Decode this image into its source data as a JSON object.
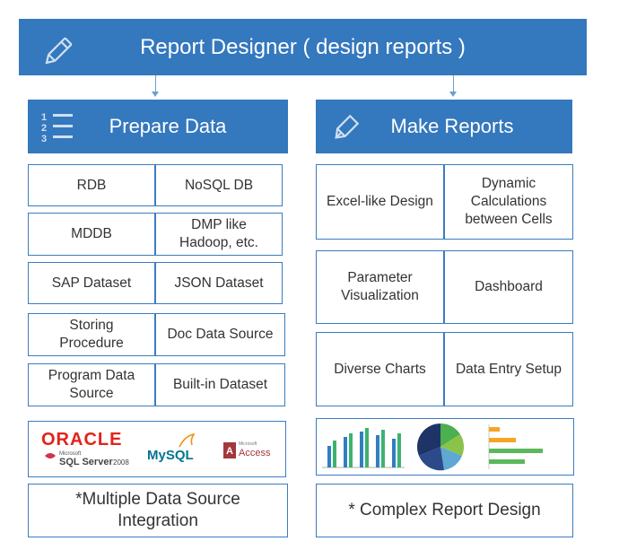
{
  "header": {
    "title": "Report Designer ( design reports )",
    "icon": "pencil-icon"
  },
  "left": {
    "title": "Prepare Data",
    "icon": "numbered-list-icon",
    "list_digits": [
      "1",
      "2",
      "3"
    ],
    "rows": [
      [
        "RDB",
        "NoSQL DB"
      ],
      [
        "MDDB",
        "DMP like\nHadoop, etc."
      ],
      [
        "SAP Dataset",
        "JSON Dataset"
      ],
      [
        "Storing\nProcedure",
        "Doc Data Source"
      ],
      [
        "Program Data\nSource",
        "Built-in Dataset"
      ]
    ],
    "logos": {
      "oracle": "ORACLE",
      "sqlserver_brand": "Microsoft",
      "sqlserver": "SQL Server",
      "sqlserver_year": "2008",
      "mysql": "MySQL",
      "access_brand": "Microsoft",
      "access": "Access"
    },
    "footer": "*Multiple Data Source\nIntegration"
  },
  "right": {
    "title": "Make Reports",
    "icon": "pen-nib-icon",
    "rows": [
      [
        "Excel-like Design",
        "Dynamic\nCalculations\nbetween Cells"
      ],
      [
        "Parameter\nVisualization",
        "Dashboard"
      ],
      [
        "Diverse Charts",
        "Data Entry Setup"
      ]
    ],
    "footer": "* Complex Report Design"
  },
  "colors": {
    "banner": "#3478be",
    "border": "#3b7cc2",
    "arrow": "#6b9fd4",
    "oracle_red": "#e2231a"
  }
}
